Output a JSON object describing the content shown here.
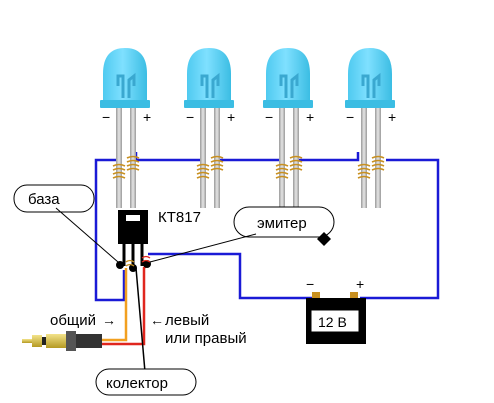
{
  "transistor": {
    "model": "КТ817"
  },
  "battery": {
    "label": "12 В",
    "minus": "−",
    "plus": "+"
  },
  "callouts": {
    "base": "база",
    "emitter": "эмитер",
    "collector": "колектор"
  },
  "labels": {
    "common": "общий",
    "left_right_line1": "левый",
    "left_right_line2": "или правый"
  },
  "led_polarity": {
    "minus": "−",
    "plus": "+"
  },
  "leds": [
    {
      "id": "led-1"
    },
    {
      "id": "led-2"
    },
    {
      "id": "led-3"
    },
    {
      "id": "led-4"
    }
  ],
  "colors": {
    "led": "#5ad3f2",
    "led_dark": "#3bbde3",
    "wire_blue": "#1a1ad6",
    "wire_red": "#e0261e",
    "wire_orange": "#f2a020",
    "wire_black": "#000000",
    "solder": "#c89020",
    "lead": "#c8c8c8",
    "jack_gold": "#d8c24a"
  }
}
